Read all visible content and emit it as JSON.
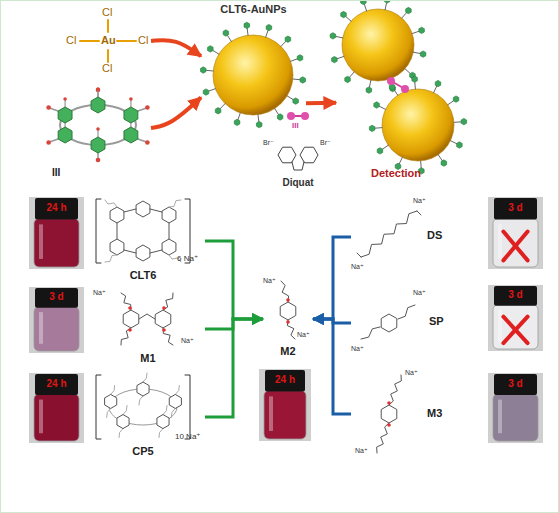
{
  "diagram": {
    "nodes": [
      {
        "text": [
          "Cl",
          "Cl",
          "Au",
          "Cl",
          "Cl"
        ]
      },
      {
        "text": [
          "III"
        ]
      },
      {
        "text": [
          "CLT6-AuNPs"
        ]
      },
      {
        "text": [
          "III",
          "Br⁻",
          "Br⁻",
          "Diquat"
        ]
      },
      {
        "text": [
          "Detection"
        ]
      },
      {
        "text": [
          "24 h"
        ]
      },
      {
        "text": [
          "CLT6",
          "6 Na⁺"
        ]
      },
      {
        "text": [
          "3 d"
        ]
      },
      {
        "text": [
          "M1",
          "Na⁺",
          "Na⁺"
        ]
      },
      {
        "text": [
          "24 h"
        ]
      },
      {
        "text": [
          "CP5",
          "10 Na⁺"
        ]
      },
      {
        "text": [
          "M2",
          "Na⁺",
          "Na⁺"
        ]
      },
      {
        "text": [
          "24 h"
        ]
      },
      {
        "text": [
          "DS",
          "Na⁺",
          "Na⁺"
        ]
      },
      {
        "text": [
          "3 d"
        ]
      },
      {
        "text": [
          "SP",
          "Na⁺",
          "Na⁺"
        ]
      },
      {
        "text": [
          "3 d"
        ]
      },
      {
        "text": [
          "M3",
          "Na⁺",
          "Na⁺"
        ]
      },
      {
        "text": [
          "3 d"
        ]
      }
    ],
    "edges": [
      {
        "from": 0,
        "to": 2,
        "arrow": "to"
      },
      {
        "from": 1,
        "to": 2,
        "arrow": "to"
      },
      {
        "from": 2,
        "to": 4,
        "arrow": "to"
      },
      {
        "from": 6,
        "to": 11,
        "arrow": "to"
      },
      {
        "from": 8,
        "to": 11,
        "arrow": "to"
      },
      {
        "from": 10,
        "to": 11,
        "arrow": "to"
      },
      {
        "from": 13,
        "to": 11,
        "arrow": "to"
      },
      {
        "from": 15,
        "to": 11,
        "arrow": "to"
      },
      {
        "from": 17,
        "to": 11,
        "arrow": "to"
      }
    ]
  }
}
